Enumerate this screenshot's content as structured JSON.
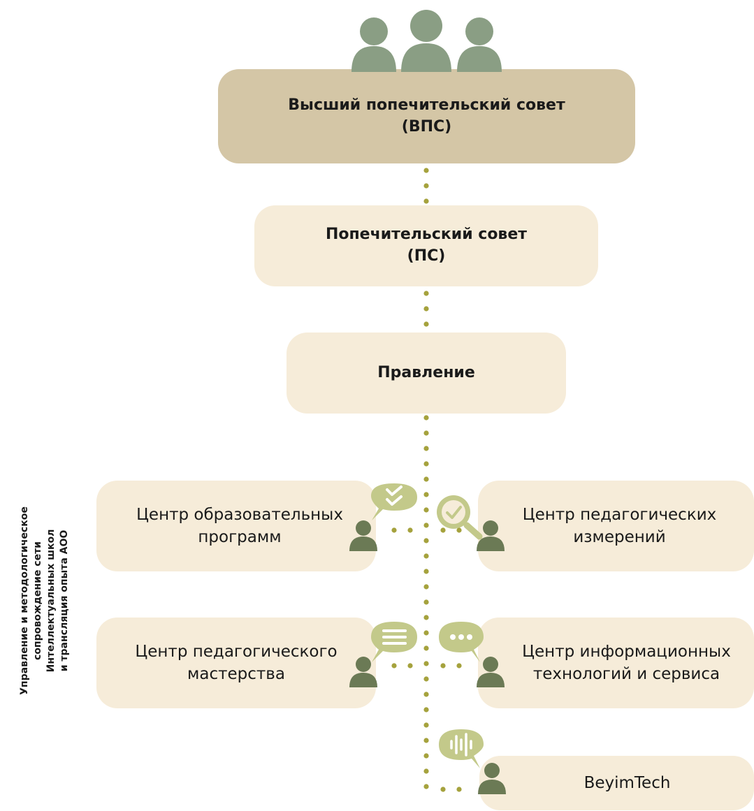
{
  "colors": {
    "top_box": "#d4c6a6",
    "light_box": "#f6ecd9",
    "people_icon": "#8a9e84",
    "dots": "#a5a23d",
    "person": "#6b7a55",
    "bubble": "#c3c98a"
  },
  "nodes": {
    "vps": {
      "label": "Высший попечительский совет\n(ВПС)"
    },
    "ps": {
      "label": "Попечительский совет\n(ПС)"
    },
    "board": {
      "label": "Правление"
    },
    "cop": {
      "label": "Центр образовательных\nпрограмм",
      "icon": "check-chat-icon"
    },
    "cpi": {
      "label": "Центр педагогических\nизмерений",
      "icon": "search-check-icon"
    },
    "cpm": {
      "label": "Центр педагогического\nмастерства",
      "icon": "text-chat-icon"
    },
    "cits": {
      "label": "Центр информационных\nтехнологий и сервиса",
      "icon": "ellipsis-chat-icon"
    },
    "beyim": {
      "label": "BeyimTech",
      "icon": "audio-chat-icon"
    }
  },
  "side_label": "Управление и методологическое\nсопровождение сети\nИнтеллектуальных школ\nи трансляция опыта АОО"
}
